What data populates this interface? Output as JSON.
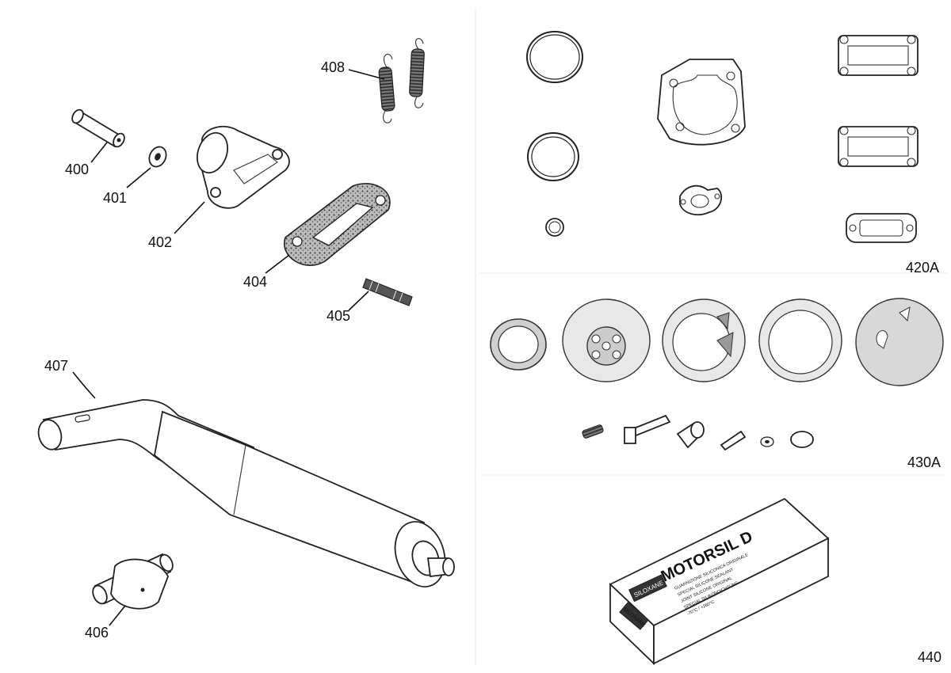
{
  "labels": {
    "p400": "400",
    "p401": "401",
    "p402": "402",
    "p404": "404",
    "p405": "405",
    "p406": "406",
    "p407": "407",
    "p408": "408",
    "p420A": "420A",
    "p430A": "430A",
    "p440": "440"
  },
  "box": {
    "brand": "MOTORSIL D",
    "logo": "SILOXANE",
    "lines": [
      "GUARNIZIONE SILICONICA ORIGINALE",
      "SPECIAL SILICONE SEALANT",
      "JOINT SILICONE ORIGINAL",
      "SPECIAL SILIKONDICHTUNG",
      "-70°C / +260°C"
    ]
  }
}
